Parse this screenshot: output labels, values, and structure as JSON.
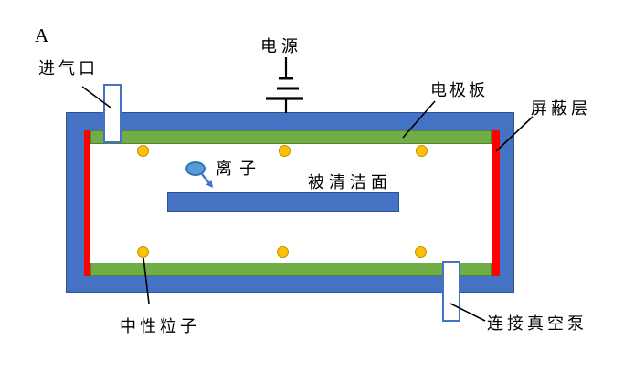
{
  "figure": {
    "panel_label": "A"
  },
  "labels": {
    "gas_inlet": "进气口",
    "power_supply": "电源",
    "electrode_plate": "电极板",
    "shielding_layer": "屏蔽层",
    "ion": "离子",
    "cleaned_surface": "被清洁面",
    "neutral_particle": "中性粒子",
    "vacuum_pump": "连接真空泵"
  },
  "particles": {
    "neutral_count": 6,
    "ion_count": 1
  },
  "colors": {
    "chamber_frame": "#4472C4",
    "electrode_plate": "#70AD47",
    "shielding_layer": "#FF0000",
    "neutral_particle": "#FFC000",
    "ion": "#5B9BD5",
    "annotation_line": "#000000"
  }
}
